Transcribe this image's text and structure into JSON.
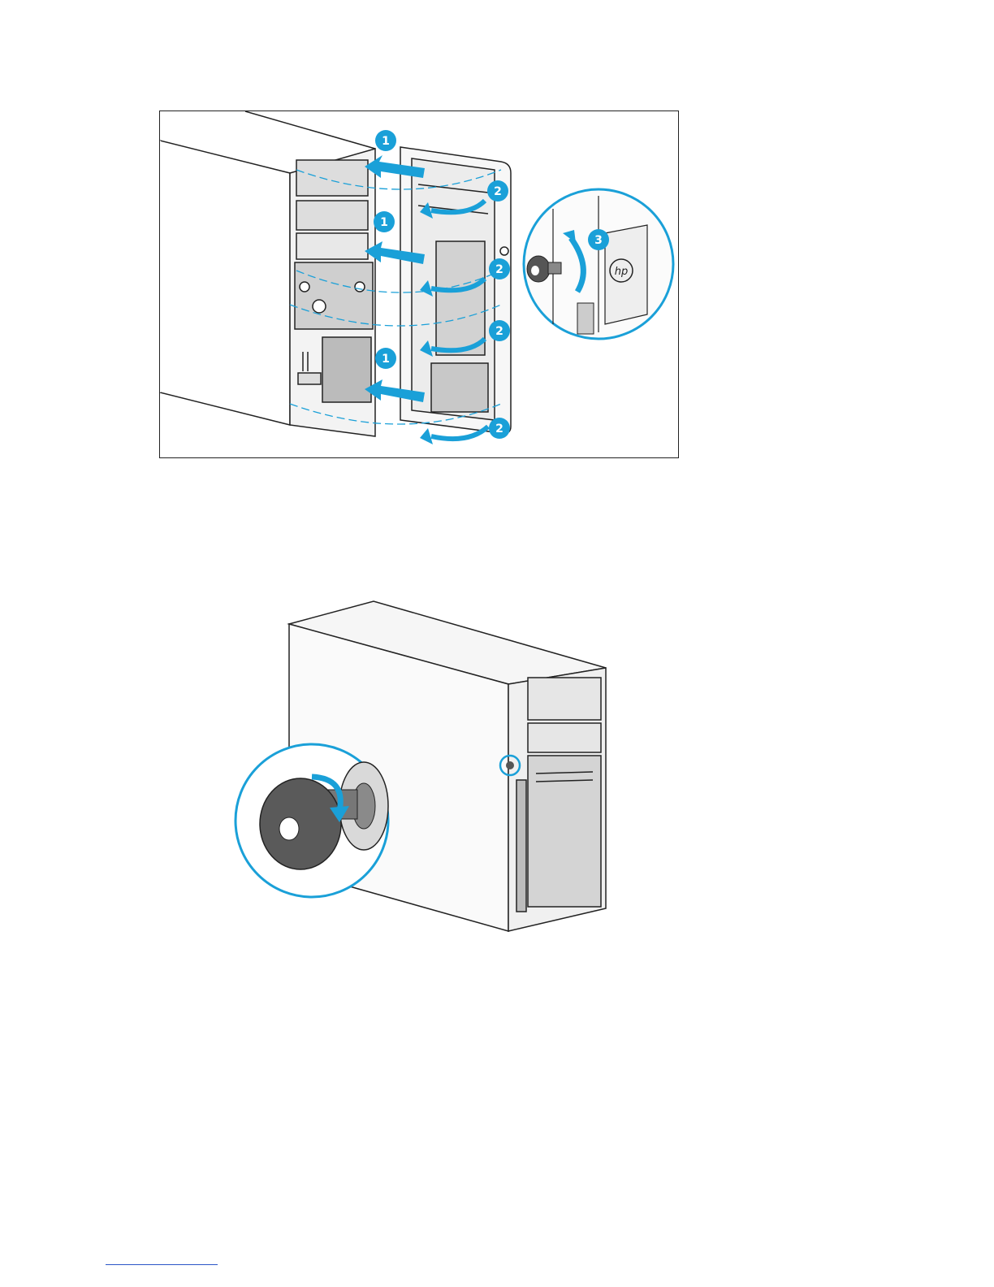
{
  "figure_1": {
    "callouts": {
      "step1": "1",
      "step2": "2",
      "step3": "3"
    },
    "accent_color": "#1aa0d8",
    "line_color": "#222222",
    "icons": [
      "server-chassis-icon",
      "front-bezel-icon",
      "arrow-icon",
      "key-lock-icon",
      "hp-logo-icon"
    ]
  },
  "figure_2": {
    "accent_color": "#1aa0d8",
    "icons": [
      "server-tower-icon",
      "key-icon",
      "rotate-arrow-icon",
      "lock-highlight-icon"
    ]
  }
}
